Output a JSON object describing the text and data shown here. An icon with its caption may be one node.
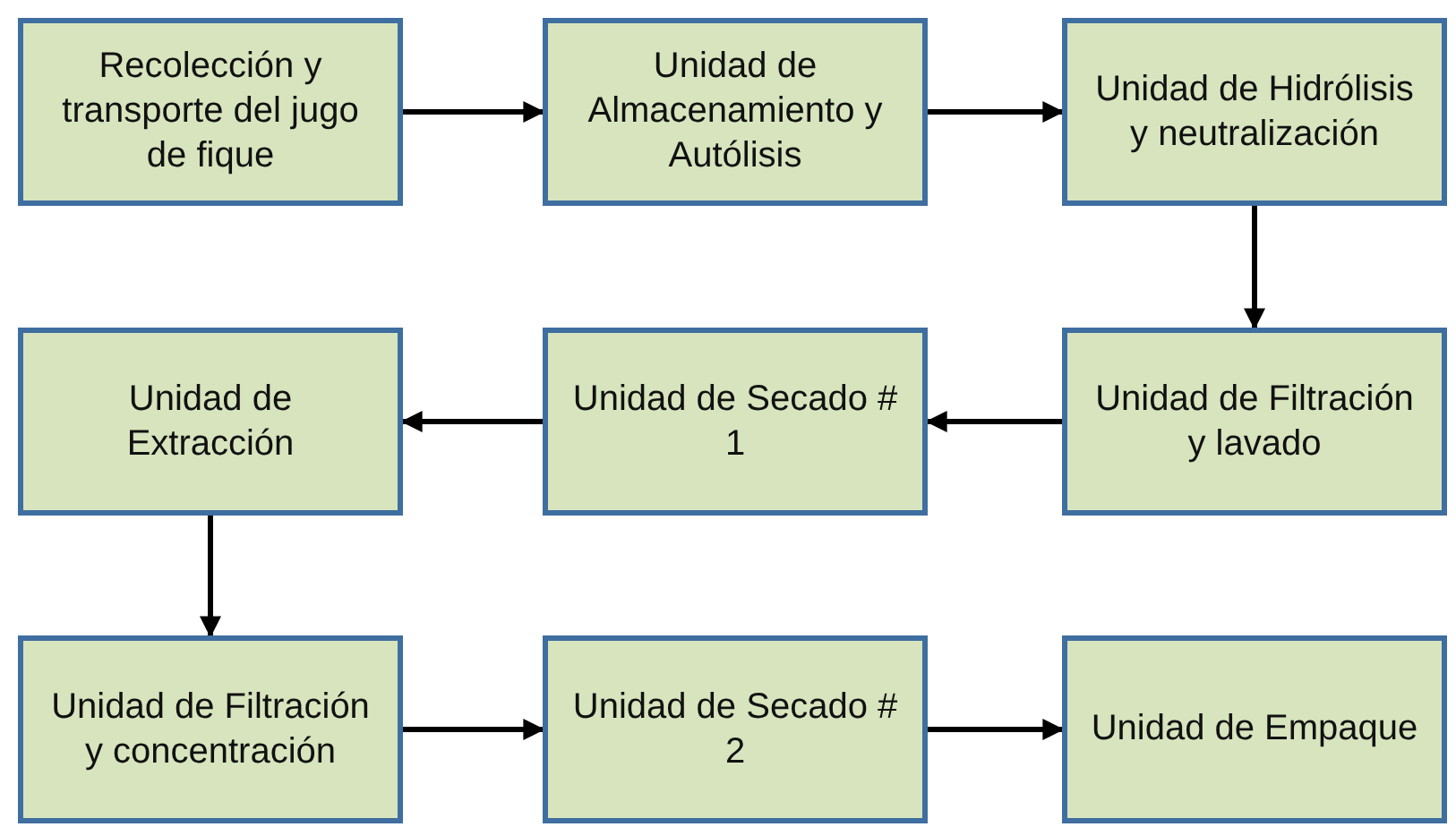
{
  "diagram": {
    "nodes": [
      {
        "text": [
          "Recolección y transporte del jugo de fique"
        ]
      },
      {
        "text": [
          "Unidad de Almacenamiento y Autólisis"
        ]
      },
      {
        "text": [
          "Unidad de Hidrólisis y neutralización"
        ]
      },
      {
        "text": [
          "Unidad de Extracción"
        ]
      },
      {
        "text": [
          "Unidad de Secado # 1"
        ]
      },
      {
        "text": [
          "Unidad de Filtración y lavado"
        ]
      },
      {
        "text": [
          "Unidad de Filtración y concentración"
        ]
      },
      {
        "text": [
          "Unidad de Secado # 2"
        ]
      },
      {
        "text": [
          "Unidad de Empaque"
        ]
      }
    ],
    "edges": [
      {
        "from": 0,
        "to": 1,
        "arrow": "to"
      },
      {
        "from": 1,
        "to": 2,
        "arrow": "to"
      },
      {
        "from": 2,
        "to": 5,
        "arrow": "to"
      },
      {
        "from": 5,
        "to": 4,
        "arrow": "to"
      },
      {
        "from": 4,
        "to": 3,
        "arrow": "to"
      },
      {
        "from": 3,
        "to": 6,
        "arrow": "to"
      },
      {
        "from": 6,
        "to": 7,
        "arrow": "to"
      },
      {
        "from": 7,
        "to": 8,
        "arrow": "to"
      }
    ]
  }
}
